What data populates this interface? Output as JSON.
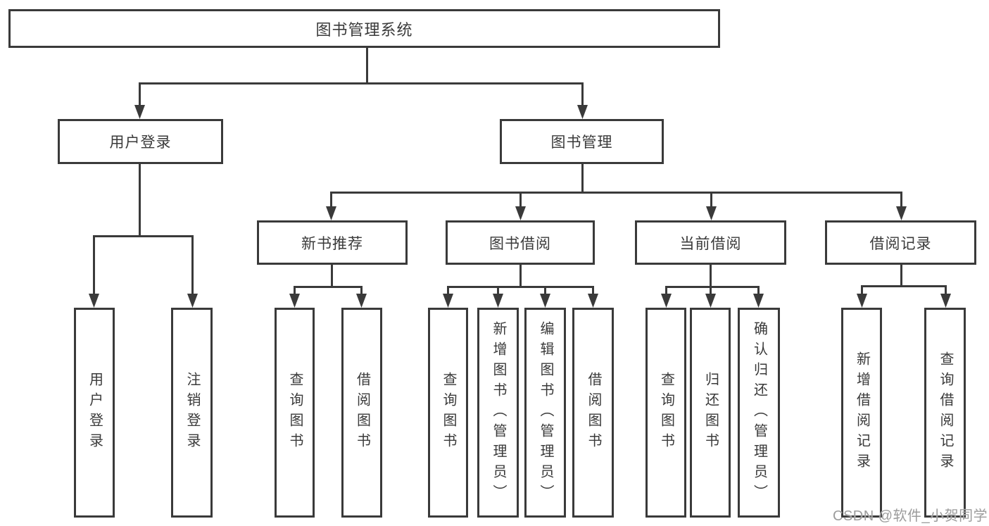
{
  "tree": {
    "root": {
      "label": "图书管理系统"
    },
    "level2": [
      {
        "label": "用户登录",
        "leaves": [
          "用户登录",
          "注销登录"
        ]
      },
      {
        "label": "图书管理",
        "children": [
          {
            "label": "新书推荐",
            "leaves": [
              "查询图书",
              "借阅图书"
            ]
          },
          {
            "label": "图书借阅",
            "leaves": [
              "查询图书",
              "新增图书（管理员）",
              "编辑图书（管理员）",
              "借阅图书"
            ]
          },
          {
            "label": "当前借阅",
            "leaves": [
              "查询图书",
              "归还图书",
              "确认归还（管理员）"
            ]
          },
          {
            "label": "借阅记录",
            "leaves": [
              "新增借阅记录",
              "查询借阅记录"
            ]
          }
        ]
      }
    ]
  },
  "watermark": "CSDN @软件_小贺同学",
  "colors": {
    "line": "#3a3a3a",
    "text": "#3a3a3a",
    "box_bg": "#ffffff",
    "watermark": "#9c9c9c"
  }
}
